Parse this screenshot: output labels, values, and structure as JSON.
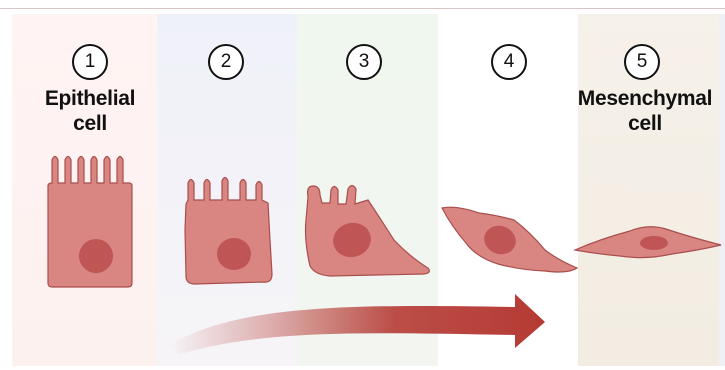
{
  "steps": [
    {
      "number": "1",
      "label_line1": "Epithelial",
      "label_line2": "cell"
    },
    {
      "number": "2"
    },
    {
      "number": "3"
    },
    {
      "number": "4"
    },
    {
      "number": "5",
      "label_line1": "Mesenchymal",
      "label_line2": "cell"
    }
  ],
  "colors": {
    "cell_fill": "#d98581",
    "cell_outline": "#a94e4c",
    "nucleus": "#c05556",
    "arrow": "#b53a34"
  }
}
